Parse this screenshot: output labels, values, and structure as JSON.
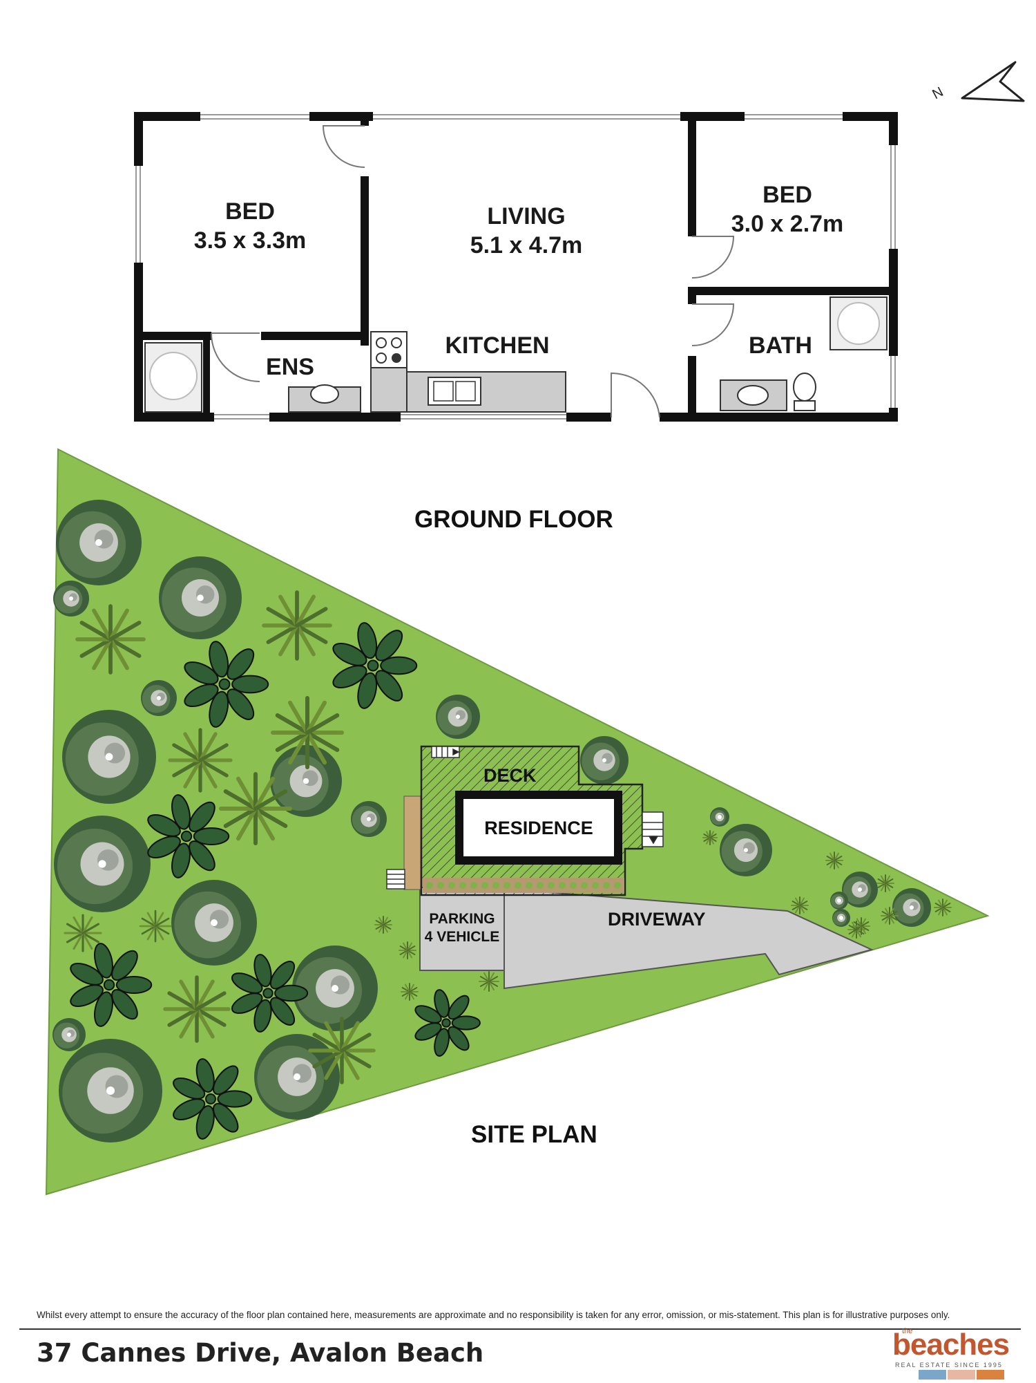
{
  "north_label": "N",
  "floor_plan": {
    "title": "GROUND FLOOR",
    "rooms": [
      {
        "name": "BED",
        "size": "3.5 x 3.3m"
      },
      {
        "name": "LIVING",
        "size": "5.1 x 4.7m"
      },
      {
        "name": "BED",
        "size": "3.0 x 2.7m"
      },
      {
        "name": "ENS"
      },
      {
        "name": "KITCHEN"
      },
      {
        "name": "BATH"
      }
    ]
  },
  "site_plan": {
    "title": "SITE PLAN",
    "labels": {
      "deck": "DECK",
      "residence": "RESIDENCE",
      "parking_line1": "PARKING",
      "parking_line2": "4 VEHICLE",
      "driveway": "DRIVEWAY"
    }
  },
  "footer": {
    "disclaimer": "Whilst every attempt to ensure the accuracy of the floor plan contained here, measurements are approximate and no responsibility is taken for any error, omission, or mis-statement. This plan is for illustrative purposes only.",
    "address": "37 Cannes Drive, Avalon Beach"
  },
  "logo": {
    "the": "the",
    "word": "beaches",
    "tagline": "REAL ESTATE SINCE 1995"
  },
  "colors": {
    "wall": "#111111",
    "lawn": "#8cc152",
    "driveway": "#cfcfcf",
    "deck_hatch": "#333333",
    "tree_dark": "#3d5e3a",
    "tree_light": "#c6c9c2",
    "logo": "#c2562e"
  }
}
